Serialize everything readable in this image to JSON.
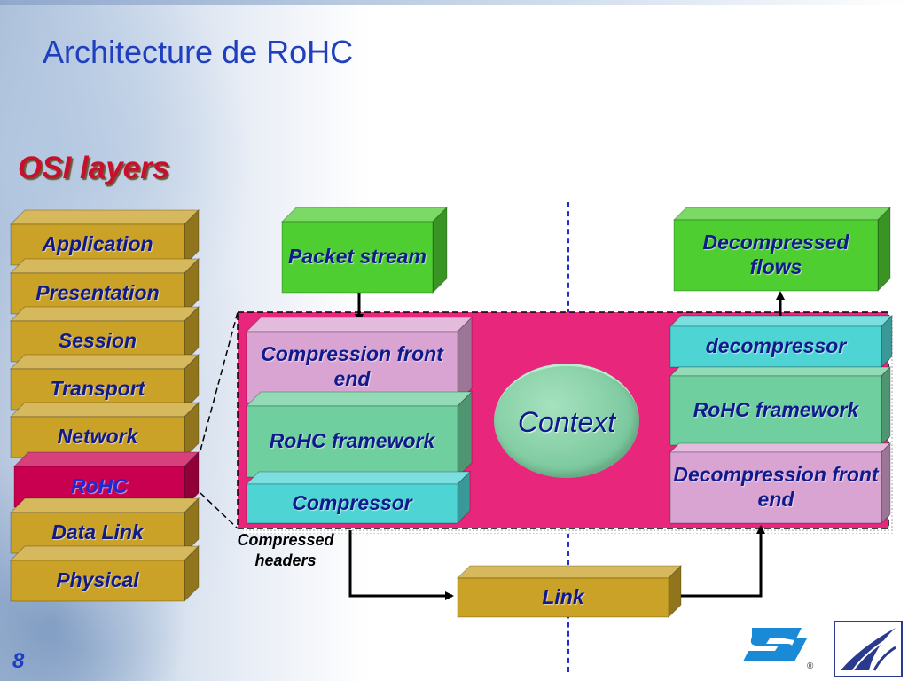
{
  "slide": {
    "title": "Architecture de RoHC",
    "page_number": "8"
  },
  "osi": {
    "heading": "OSI layers",
    "layers": [
      {
        "label": "Application"
      },
      {
        "label": "Presentation"
      },
      {
        "label": "Session"
      },
      {
        "label": "Transport"
      },
      {
        "label": "Network"
      },
      {
        "label": "RoHC",
        "highlight": true
      },
      {
        "label": "Data Link"
      },
      {
        "label": "Physical"
      }
    ]
  },
  "diagram": {
    "packet_stream": "Packet stream",
    "decompressed_flows": "Decompressed flows",
    "compression_front_end": "Compression front end",
    "rohc_framework_left": "RoHC framework",
    "compressor": "Compressor",
    "context": "Context",
    "decompressor": "decompressor",
    "rohc_framework_right": "RoHC framework",
    "decompression_front_end": "Decompression front end",
    "compressed_headers": "Compressed headers",
    "link": "Link"
  },
  "colors": {
    "title": "#1f3fbf",
    "osi_heading": "#c8102e",
    "layer_gold": "#c9a227",
    "rohc_layer": "#c8004f",
    "rohc_text": "#1a2ad8",
    "magenta_panel": "#e8267c",
    "green": "#4fce32",
    "lavender": "#d9a4d2",
    "teal_green": "#6fcf9e",
    "cyan": "#4fd4d4",
    "context": "#79c79c",
    "link": "#c9a227",
    "text_blue": "#101a8c"
  },
  "icons": {
    "st_logo": "st-microelectronics-logo",
    "emblem": "bird-emblem-logo"
  }
}
